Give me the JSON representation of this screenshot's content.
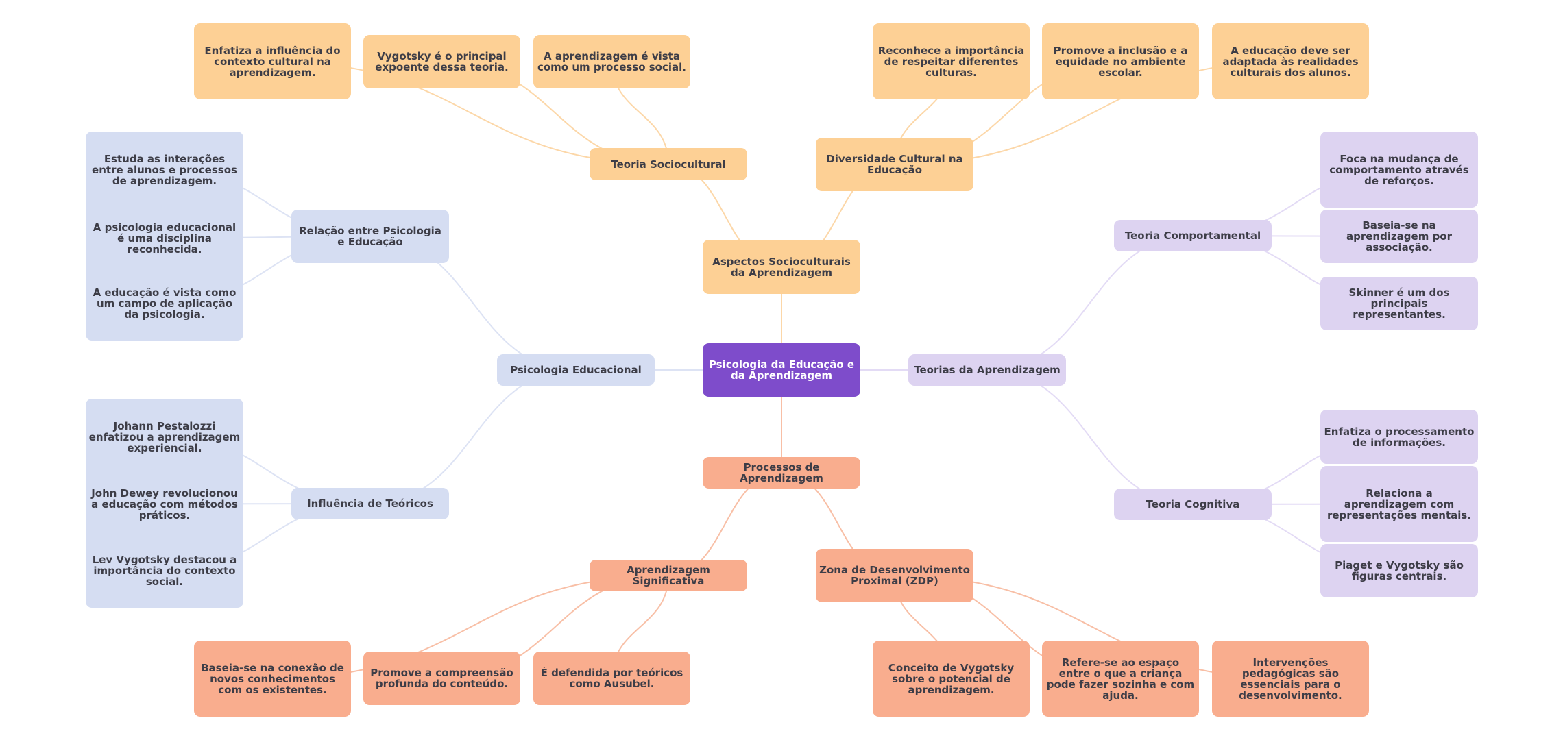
{
  "colors": {
    "root": "#7e4ccb",
    "sociocultural": "#fdd095",
    "processos": "#f9ad8e",
    "psicologia": "#d5ddf2",
    "teorias": "#ddd3f1",
    "edge_sociocultural": "#fcd7a8",
    "edge_processos": "#f8bfa6",
    "edge_psicologia": "#dde3f4",
    "edge_teorias": "#e3dbf5"
  },
  "root": {
    "label": "Psicologia da Educação e da Aprendizagem"
  },
  "branches": {
    "aspectos": {
      "label": "Aspectos Socioculturais da Aprendizagem",
      "children": {
        "teoria_sociocultural": {
          "label": "Teoria Sociocultural",
          "leaves": [
            "Enfatiza a influência do contexto cultural na aprendizagem.",
            "Vygotsky é o principal expoente dessa teoria.",
            "A aprendizagem é vista como um processo social."
          ]
        },
        "diversidade": {
          "label": "Diversidade Cultural na Educação",
          "leaves": [
            "Reconhece a importância de respeitar diferentes culturas.",
            "Promove a inclusão e a equidade no ambiente escolar.",
            "A educação deve ser adaptada às realidades culturais dos alunos."
          ]
        }
      }
    },
    "psicologia": {
      "label": "Psicologia Educacional",
      "children": {
        "relacao": {
          "label": "Relação entre Psicologia e Educação",
          "leaves": [
            "Estuda as interações entre alunos e processos de aprendizagem.",
            "A psicologia educacional é uma disciplina reconhecida.",
            "A educação é vista como um campo de aplicação da psicologia."
          ]
        },
        "influencia": {
          "label": "Influência de Teóricos",
          "leaves": [
            "Johann Pestalozzi enfatizou a aprendizagem experiencial.",
            "John Dewey revolucionou a educação com métodos práticos.",
            "Lev Vygotsky destacou a importância do contexto social."
          ]
        }
      }
    },
    "teorias": {
      "label": "Teorias da Aprendizagem",
      "children": {
        "comportamental": {
          "label": "Teoria Comportamental",
          "leaves": [
            "Foca na mudança de comportamento através de reforços.",
            "Baseia-se na aprendizagem por associação.",
            "Skinner é um dos principais representantes."
          ]
        },
        "cognitiva": {
          "label": "Teoria Cognitiva",
          "leaves": [
            "Enfatiza o processamento de informações.",
            "Relaciona a aprendizagem com representações mentais.",
            "Piaget e Vygotsky são figuras centrais."
          ]
        }
      }
    },
    "processos": {
      "label": "Processos de Aprendizagem",
      "children": {
        "significativa": {
          "label": "Aprendizagem Significativa",
          "leaves": [
            "Baseia-se na conexão de novos conhecimentos com os existentes.",
            "Promove a compreensão profunda do conteúdo.",
            "É defendida por teóricos como Ausubel."
          ]
        },
        "zdp": {
          "label": "Zona de Desenvolvimento Proximal (ZDP)",
          "leaves": [
            "Conceito de Vygotsky sobre o potencial de aprendizagem.",
            "Refere-se ao espaço entre o que a criança pode fazer sozinha e com ajuda.",
            "Intervenções pedagógicas são essenciais para o desenvolvimento."
          ]
        }
      }
    }
  }
}
